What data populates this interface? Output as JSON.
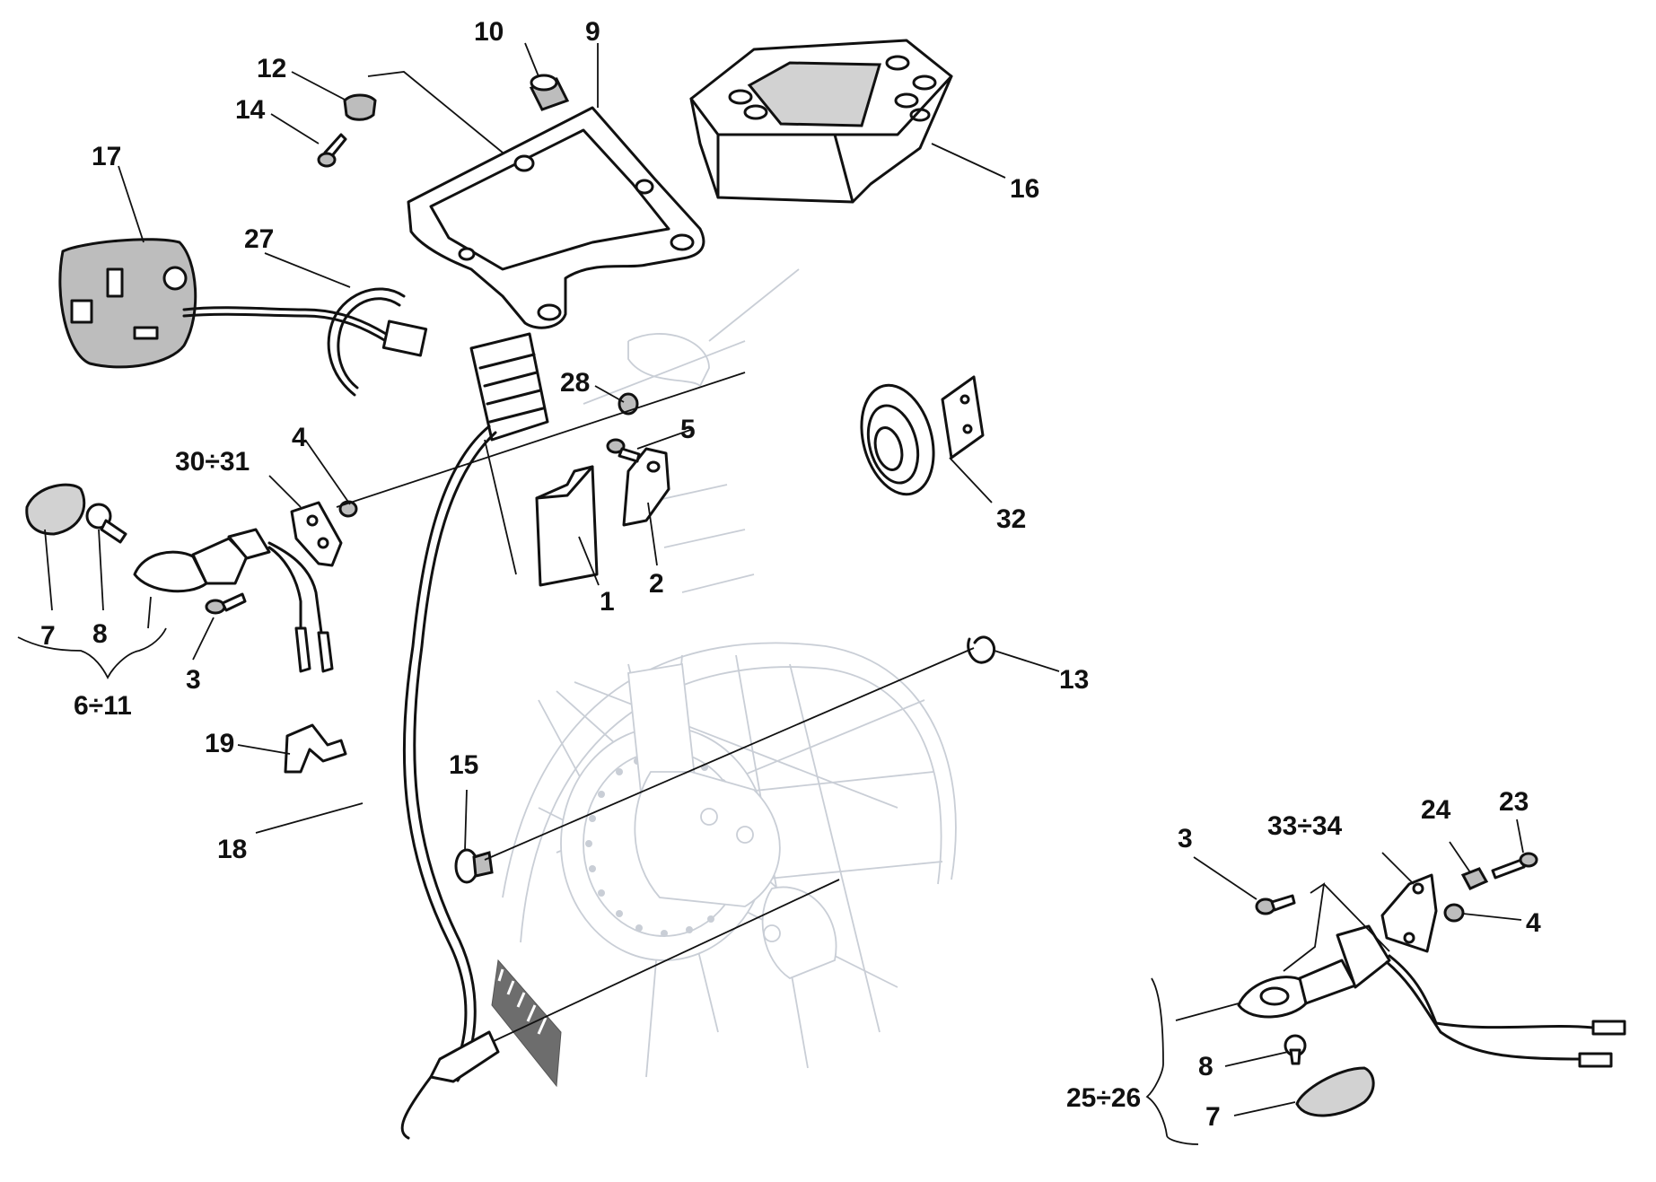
{
  "callouts": [
    {
      "id": "1",
      "label": "1"
    },
    {
      "id": "2",
      "label": "2"
    },
    {
      "id": "3a",
      "label": "3"
    },
    {
      "id": "3b",
      "label": "3"
    },
    {
      "id": "4a",
      "label": "4"
    },
    {
      "id": "4b",
      "label": "4"
    },
    {
      "id": "5",
      "label": "5"
    },
    {
      "id": "6to11",
      "label": "6÷11"
    },
    {
      "id": "7a",
      "label": "7"
    },
    {
      "id": "7b",
      "label": "7"
    },
    {
      "id": "8a",
      "label": "8"
    },
    {
      "id": "8b",
      "label": "8"
    },
    {
      "id": "9",
      "label": "9"
    },
    {
      "id": "10",
      "label": "10"
    },
    {
      "id": "12",
      "label": "12"
    },
    {
      "id": "13",
      "label": "13"
    },
    {
      "id": "14",
      "label": "14"
    },
    {
      "id": "15",
      "label": "15"
    },
    {
      "id": "16",
      "label": "16"
    },
    {
      "id": "17",
      "label": "17"
    },
    {
      "id": "18",
      "label": "18"
    },
    {
      "id": "19",
      "label": "19"
    },
    {
      "id": "23",
      "label": "23"
    },
    {
      "id": "24",
      "label": "24"
    },
    {
      "id": "25to26",
      "label": "25÷26"
    },
    {
      "id": "27",
      "label": "27"
    },
    {
      "id": "28",
      "label": "28"
    },
    {
      "id": "30to31",
      "label": "30÷31"
    },
    {
      "id": "32",
      "label": "32"
    },
    {
      "id": "33to34",
      "label": "33÷34"
    }
  ]
}
